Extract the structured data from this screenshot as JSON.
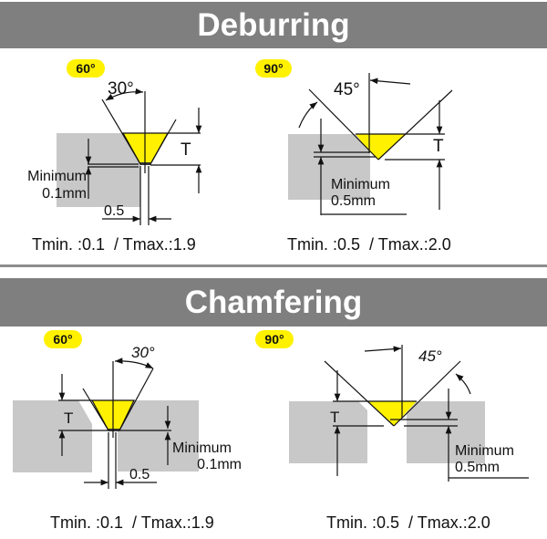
{
  "sections": [
    {
      "title": "Deburring",
      "diagrams": [
        {
          "angle_badge": "60°",
          "half_angle_label": "30°",
          "depth_label": "T",
          "minimum_label_line1": "Minimum",
          "minimum_label_line2": "0.1mm",
          "offset_label": "0.5",
          "spec": "Tmin. :0.1  / Tmax.:1.9"
        },
        {
          "angle_badge": "90°",
          "half_angle_label": "45°",
          "depth_label": "T",
          "minimum_label_line1": "Minimum",
          "minimum_label_line2": "0.5mm",
          "spec": "Tmin. :0.5  / Tmax.:2.0"
        }
      ]
    },
    {
      "title": "Chamfering",
      "diagrams": [
        {
          "angle_badge": "60°",
          "half_angle_label": "30°",
          "depth_label": "T",
          "minimum_label_line1": "Minimum",
          "minimum_label_line2": "0.1mm",
          "offset_label": "0.5",
          "spec": "Tmin. :0.1  / Tmax.:1.9"
        },
        {
          "angle_badge": "90°",
          "half_angle_label": "45°",
          "depth_label": "T",
          "minimum_label_line1": "Minimum",
          "minimum_label_line2": "0.5mm",
          "spec": "Tmin. :0.5  / Tmax.:2.0"
        }
      ]
    }
  ],
  "colors": {
    "banner": "#7f7f7f",
    "workpiece": "#c8c8c8",
    "tool_tip": "#fff100",
    "line": "#111111"
  }
}
